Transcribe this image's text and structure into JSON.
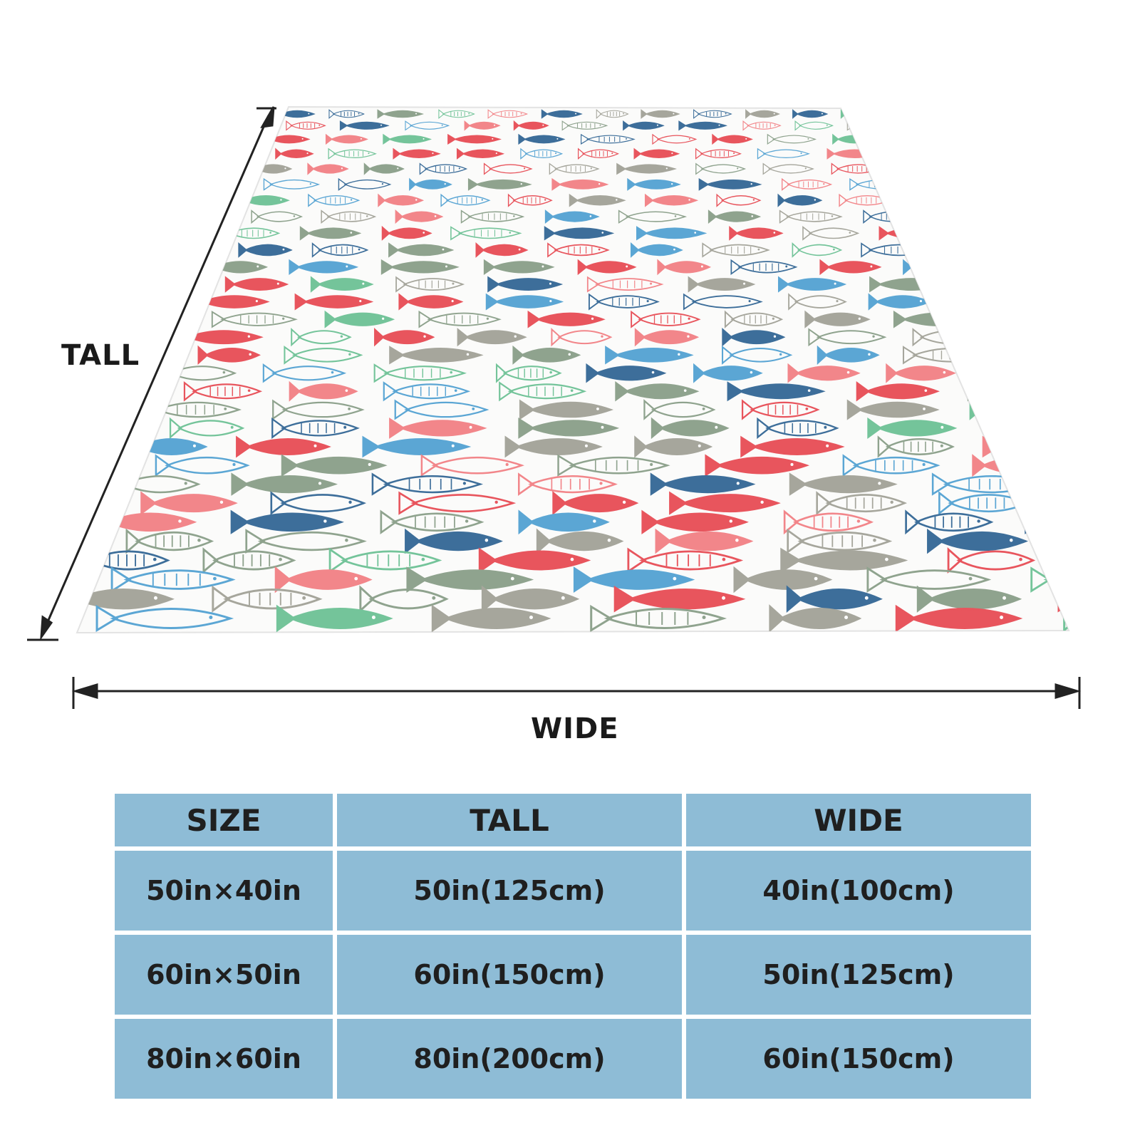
{
  "dimension_labels": {
    "tall": "TALL",
    "wide": "WIDE"
  },
  "table": {
    "headers": [
      "SIZE",
      "TALL",
      "WIDE"
    ],
    "rows": [
      {
        "size": "50in×40in",
        "tall": "50in(125cm)",
        "wide": "40in(100cm)"
      },
      {
        "size": "60in×50in",
        "tall": "60in(150cm)",
        "wide": "50in(125cm)"
      },
      {
        "size": "80in×60in",
        "tall": "80in(200cm)",
        "wide": "60in(150cm)"
      }
    ]
  },
  "colors": {
    "table_cell": "#8ebcd6",
    "fish_palette": [
      "#e8555d",
      "#f2868a",
      "#5ba6d4",
      "#3d6e9a",
      "#8fa38e",
      "#74c49a",
      "#a6a69c"
    ]
  }
}
